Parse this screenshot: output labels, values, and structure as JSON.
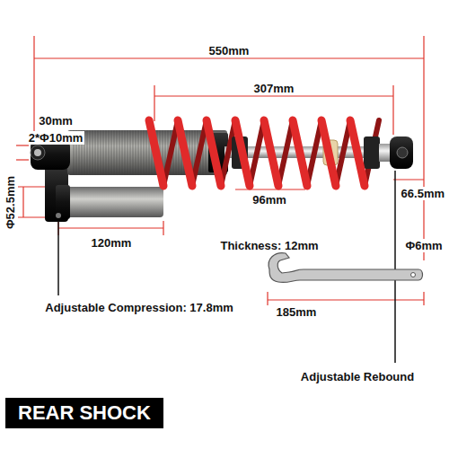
{
  "diagram": {
    "nodes": [
      {
        "text": [
          "REAR SHOCK"
        ]
      }
    ],
    "labels": [
      "550mm",
      "307mm",
      "30mm",
      "2*Φ10mm",
      "Φ52.5mm",
      "120mm",
      "96mm",
      "66.5mm",
      "Thickness: 12mm",
      "Φ6mm",
      "Adjustable Compression: 17.8mm",
      "185mm",
      "Adjustable Rebound"
    ]
  }
}
